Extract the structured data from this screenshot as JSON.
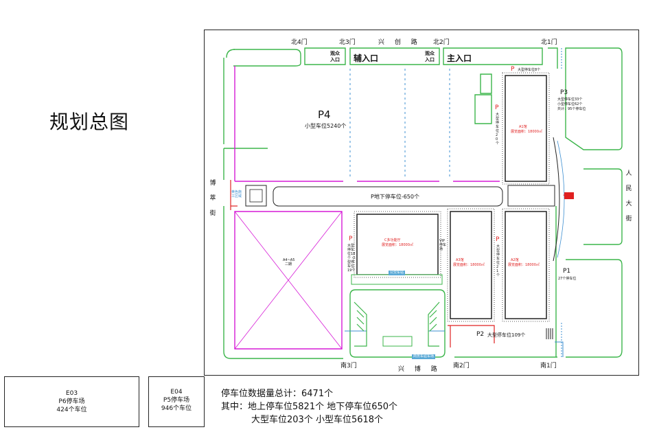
{
  "title": "规划总图",
  "gates": {
    "north4": "北4门",
    "north3": "北3门",
    "north2": "北2门",
    "north1": "北1门",
    "south3": "南3门",
    "south2": "南2门",
    "south1": "南1门"
  },
  "roads": {
    "north": "兴 创 路",
    "south": "兴 博 路",
    "west": "博萃街",
    "east": "人民大街"
  },
  "entries": {
    "aux": "辅入口",
    "main": "主入口",
    "audience1": "观众入口",
    "audience2": "观众入口"
  },
  "lots": {
    "p4": {
      "code": "P4",
      "desc": "小型车位5240个"
    },
    "underground": "P地下停车位-650个",
    "p3": {
      "code": "P3",
      "lines": [
        "大型停车位33个",
        "小型停车位62个",
        "共计：95个停车位"
      ]
    },
    "p1": {
      "code": "P1",
      "desc": "27个停车位"
    },
    "p2": {
      "code": "P2",
      "desc": "大型停车位109个"
    },
    "p_top": {
      "code": "P",
      "desc": "大型停车位8个"
    },
    "p_a1": {
      "code": "P",
      "desc": "大型停车位20个"
    },
    "p_c": {
      "code": "P",
      "desc": "大型停车位18个 小型停车位19个"
    },
    "p_a2": {
      "code": "P",
      "desc": "大型停车位21个"
    }
  },
  "halls": {
    "a1": {
      "name": "A1馆",
      "area": "展览面积：18000㎡"
    },
    "a2": {
      "name": "A2馆",
      "area": "展览面积：18000㎡"
    },
    "a3": {
      "name": "A3馆",
      "area": "展览面积：18000㎡"
    },
    "c": {
      "name": "C多功能厅",
      "area": "展览面积：18000㎡"
    },
    "vip": "VIP 停车场",
    "a4a5": "A4~A5 二期",
    "shuttle": "商务车驻车场",
    "bus_stop": "公交车站",
    "green_zone": "黄色施工区域"
  },
  "blocks": [
    {
      "code": "E03",
      "name": "P6停车场",
      "count": "424个车位"
    },
    {
      "code": "E04",
      "name": "P5停车场",
      "count": "946个车位"
    }
  ],
  "summary": {
    "line1": "停车位数据量总计：6471个",
    "line2": "其中：地上停车位5821个  地下停车位650个",
    "line3": "大型车位203个  小型车位5618个"
  },
  "colors": {
    "green": "#3bb54a",
    "magenta": "#d61ad6",
    "red": "#e02020",
    "blue": "#3d8fd1",
    "black": "#222222"
  }
}
